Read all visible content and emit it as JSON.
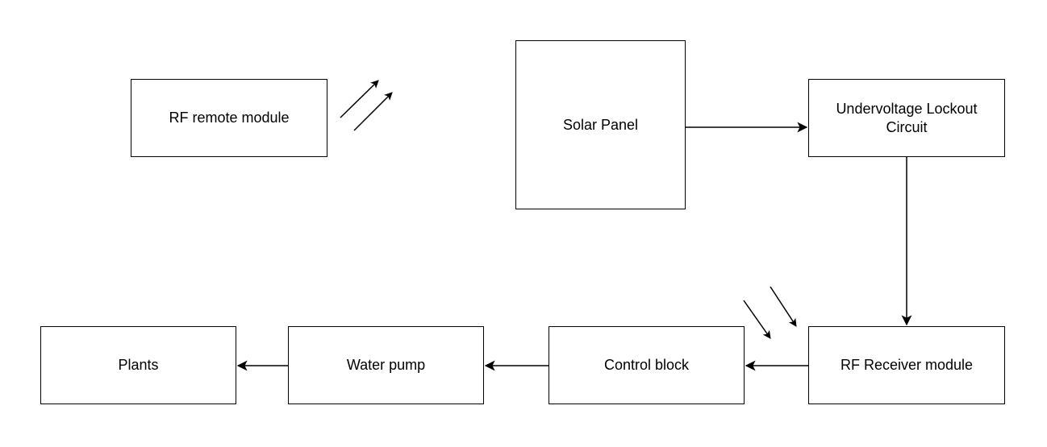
{
  "diagram": {
    "blocks": {
      "rf_remote": "RF remote module",
      "solar_panel": "Solar Panel",
      "undervoltage": "Undervoltage Lockout Circuit",
      "rf_receiver": "RF Receiver module",
      "control_block": "Control block",
      "water_pump": "Water pump",
      "plants": "Plants"
    },
    "connections": [
      {
        "from": "Solar Panel",
        "to": "Undervoltage Lockout Circuit"
      },
      {
        "from": "Undervoltage Lockout Circuit",
        "to": "RF Receiver module"
      },
      {
        "from": "RF Receiver module",
        "to": "Control block"
      },
      {
        "from": "Control block",
        "to": "Water pump"
      },
      {
        "from": "Water pump",
        "to": "Plants"
      }
    ],
    "colors": {
      "stroke": "#000000",
      "background": "#ffffff"
    }
  }
}
